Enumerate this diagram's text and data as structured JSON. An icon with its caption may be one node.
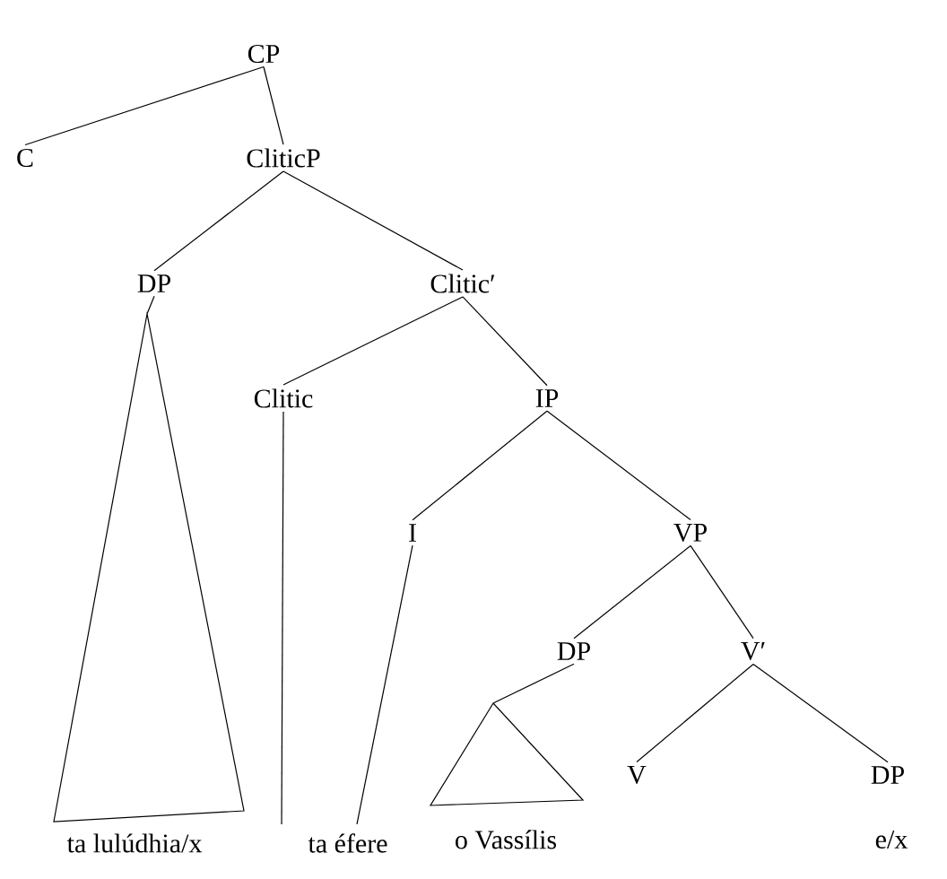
{
  "diagram": {
    "nodes": [
      {
        "text": [
          "CP"
        ]
      },
      {
        "text": [
          "C"
        ]
      },
      {
        "text": [
          "CliticP"
        ]
      },
      {
        "text": [
          "DP"
        ]
      },
      {
        "text": [
          "Clitic′"
        ]
      },
      {
        "text": [],
        "shape": "triangle",
        "beside": [
          "ta lulúdhia/x"
        ]
      },
      {
        "text": [
          "Clitic"
        ]
      },
      {
        "text": [
          "IP"
        ]
      },
      {
        "text": [
          "I"
        ]
      },
      {
        "text": [
          "ta éfere"
        ]
      },
      {
        "text": [
          "VP"
        ]
      },
      {
        "text": [
          "DP"
        ]
      },
      {
        "text": [
          "V′"
        ]
      },
      {
        "text": [],
        "shape": "triangle",
        "beside": [
          "o Vassílis"
        ]
      },
      {
        "text": [
          "V"
        ]
      },
      {
        "text": [
          "DP"
        ],
        "beside": [
          "e/x"
        ]
      }
    ],
    "edges": [
      {
        "from": 0,
        "to": 1,
        "arrow": "none"
      },
      {
        "from": 0,
        "to": 2,
        "arrow": "none"
      },
      {
        "from": 2,
        "to": 3,
        "arrow": "none"
      },
      {
        "from": 2,
        "to": 4,
        "arrow": "none"
      },
      {
        "from": 3,
        "to": 5,
        "arrow": "none"
      },
      {
        "from": 4,
        "to": 6,
        "arrow": "none"
      },
      {
        "from": 4,
        "to": 7,
        "arrow": "none"
      },
      {
        "from": 6,
        "to": 9,
        "arrow": "none"
      },
      {
        "from": 7,
        "to": 8,
        "arrow": "none"
      },
      {
        "from": 7,
        "to": 10,
        "arrow": "none"
      },
      {
        "from": 8,
        "to": 9,
        "arrow": "none"
      },
      {
        "from": 10,
        "to": 11,
        "arrow": "none"
      },
      {
        "from": 10,
        "to": 12,
        "arrow": "none"
      },
      {
        "from": 11,
        "to": 13,
        "arrow": "none"
      },
      {
        "from": 12,
        "to": 14,
        "arrow": "none"
      },
      {
        "from": 12,
        "to": 15,
        "arrow": "none"
      }
    ]
  }
}
